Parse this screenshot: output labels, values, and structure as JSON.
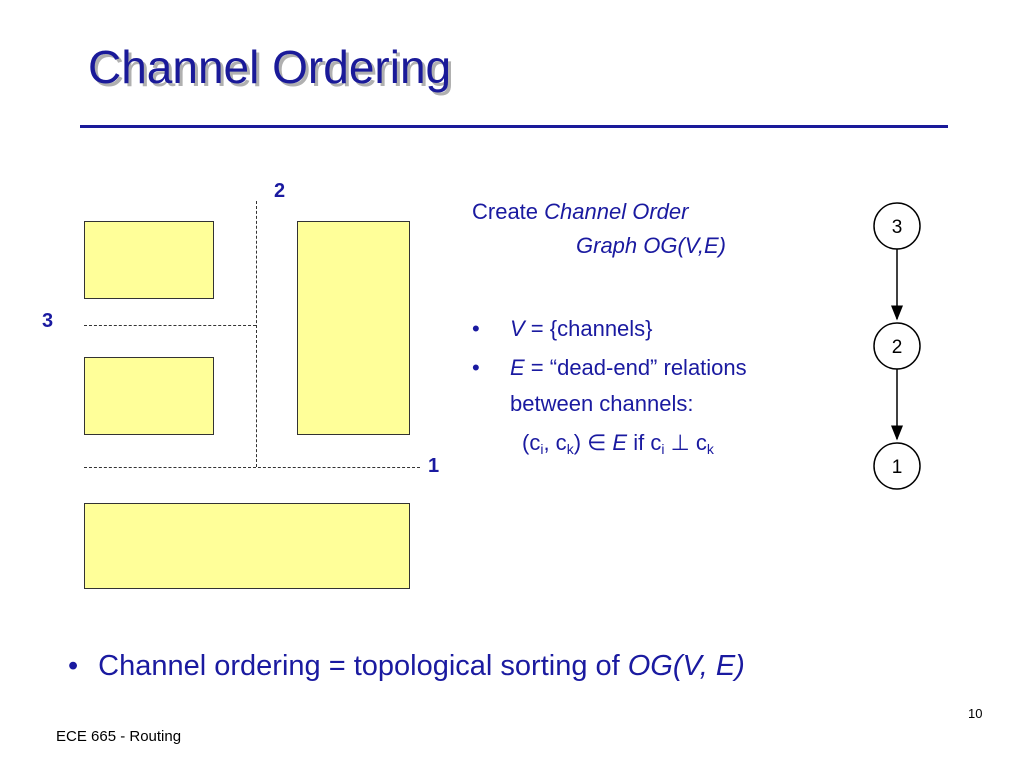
{
  "slide": {
    "title": "Channel Ordering",
    "page_number": "10",
    "footer": "ECE 665 - Routing"
  },
  "diagram": {
    "channel_labels": {
      "ch2": "2",
      "ch3": "3",
      "ch1": "1"
    }
  },
  "text": {
    "create_prefix": "Create ",
    "create_term": "Channel Order",
    "graph_term": "Graph OG(V,E)",
    "bullet_char": "•",
    "v_symbol": "V",
    "v_text": " = {channels}",
    "e_symbol": "E",
    "e_text": " = “dead-end” relations",
    "e_text2": "between channels:",
    "rel_open": "(c",
    "rel_sub_i": "i",
    "rel_comma": ", c",
    "rel_sub_k": "k",
    "rel_close": ") ",
    "rel_in": "∈",
    "rel_e": " E",
    "rel_if": "  if  c",
    "rel_sub_i2": "i",
    "rel_perp": "  ⊥ c",
    "rel_sub_k2": "k"
  },
  "graph": {
    "nodes": [
      {
        "label": "3"
      },
      {
        "label": "2"
      },
      {
        "label": "1"
      }
    ]
  },
  "bottom": {
    "bullet_char": "•",
    "text_a": "Channel ordering  = topological sorting of ",
    "text_b": "OG(V, E)"
  },
  "colors": {
    "text": "#1a1aa0",
    "block_fill": "#ffff99",
    "title_shadow": "#b0b0b0"
  }
}
